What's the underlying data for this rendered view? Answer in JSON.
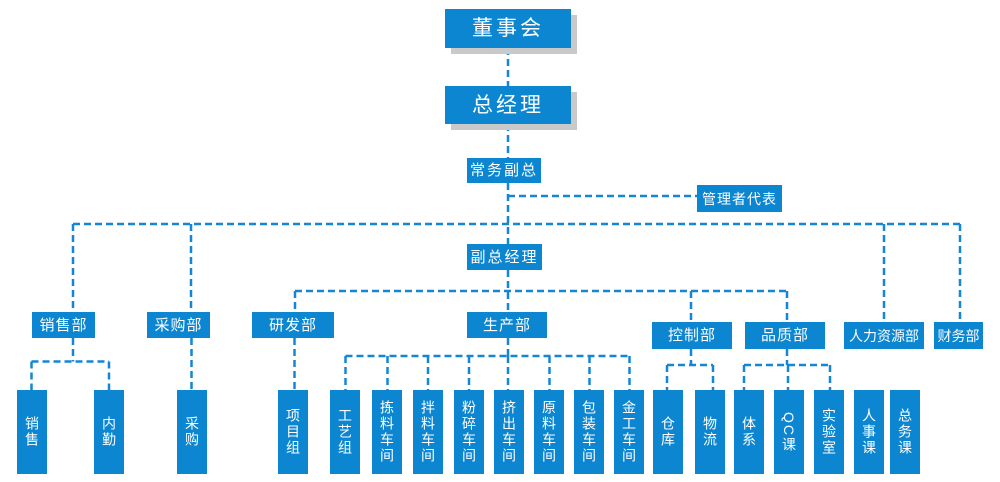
{
  "org": {
    "board": "董事会",
    "general_manager": "总经理",
    "executive_deputy": "常务副总",
    "management_rep": "管理者代表",
    "deputy_gm": "副总经理",
    "departments": [
      "销售部",
      "采购部",
      "研发部",
      "生产部",
      "控制部",
      "品质部",
      "人力资源部",
      "财务部"
    ],
    "units": [
      "销售",
      "内勤",
      "采购",
      "项目组",
      "工艺组",
      "拣料车间",
      "拌料车间",
      "粉碎车间",
      "挤出车间",
      "原料车间",
      "包装车间",
      "金工车间",
      "仓库",
      "物流",
      "体系",
      "QC课",
      "实验室",
      "人事课",
      "总务课"
    ]
  },
  "colors": {
    "node_blue": "#0c86d0",
    "connector_blue": "#1586d6",
    "shadow_gray": "#c9c9c9",
    "text_white": "#ffffff",
    "background": "#ffffff"
  }
}
